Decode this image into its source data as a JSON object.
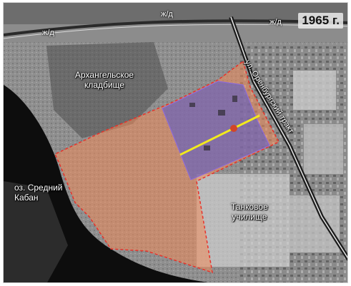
{
  "year_label": "1965 г.",
  "labels": {
    "railway_1": "ж/д",
    "railway_2": "ж/д",
    "railway_3": "ж/д",
    "cemetery_line1": "Архангельское",
    "cemetery_line2": "кладбище",
    "lake_line1": "оз. Средний",
    "lake_line2": "Кабан",
    "school_line1": "Танковое",
    "school_line2": "училище",
    "street": "ул. Оренбургский тракт"
  },
  "colors": {
    "territory_fill": "#f08a5a",
    "territory_border": "#e8312a",
    "zone_fill": "#5a5cc8",
    "axis_line": "#f2ea1c",
    "axis_marker": "#d2452a",
    "water": "#0d0d0d",
    "ground": "#9c9c9c"
  }
}
